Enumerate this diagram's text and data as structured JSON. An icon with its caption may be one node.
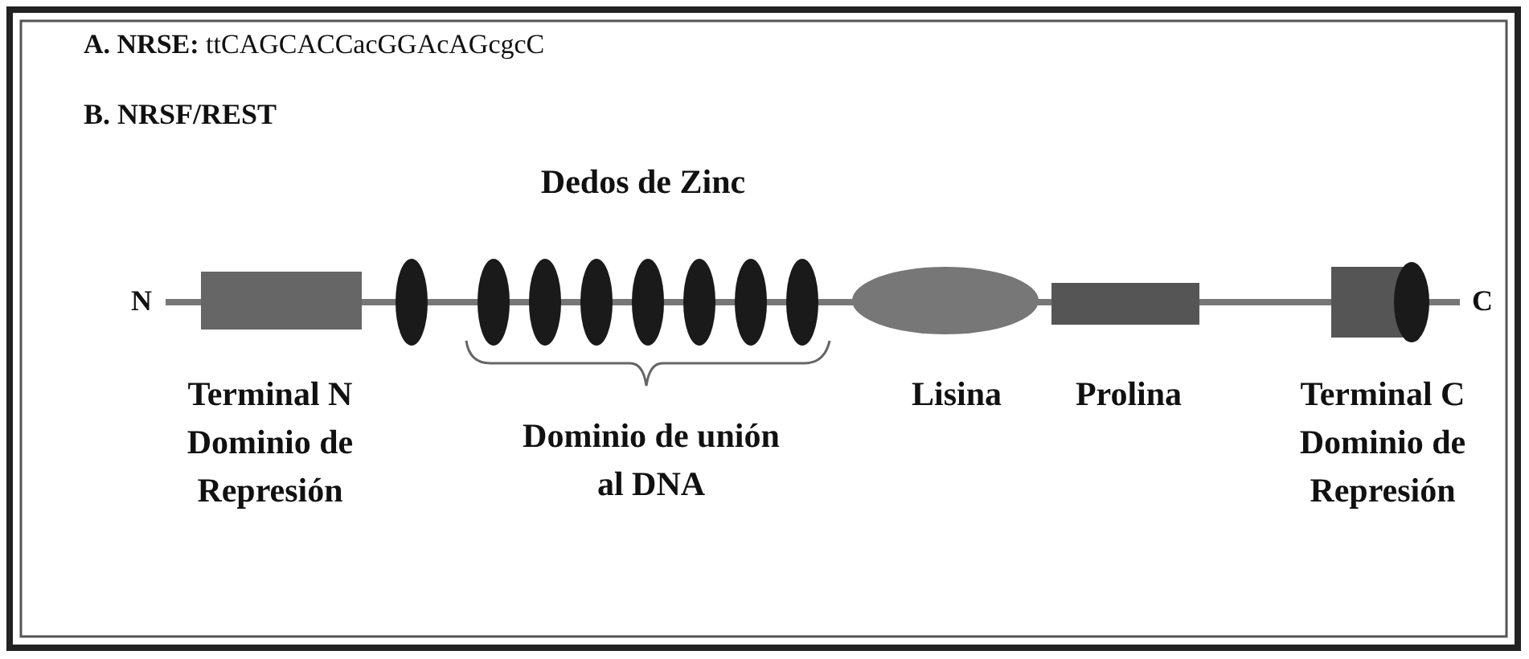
{
  "diagram": {
    "labels": [
      "**A. NRSE:** ttCAGCACCacGGAcAGcgcC",
      "B. NRSF/REST",
      "Dedos de Zinc",
      "N",
      "C",
      "Terminal N Dominio de Represión",
      "Dominio de unión al DNA",
      "Lisina",
      "Prolina",
      "Terminal C Dominio de Represión"
    ]
  }
}
